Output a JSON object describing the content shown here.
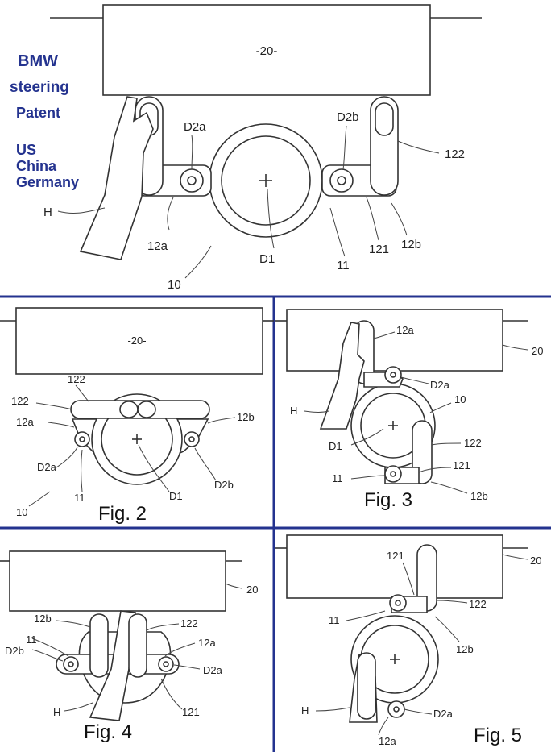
{
  "sidebar": {
    "brand": "BMW",
    "line1": "steering",
    "line2": "Patent",
    "countries": [
      "US",
      "China",
      "Germany"
    ]
  },
  "figure1": {
    "box_label": "-20-",
    "labels": {
      "d2a": "D2a",
      "d2b": "D2b",
      "l122": "122",
      "h": "H",
      "l12a": "12a",
      "d1": "D1",
      "l11": "11",
      "l121": "121",
      "l12b": "12b",
      "l10": "10"
    }
  },
  "figure2": {
    "caption": "Fig. 2",
    "box_label": "-20-",
    "labels": {
      "l122a": "122",
      "l122b": "122",
      "l12a": "12a",
      "l12b": "12b",
      "d2a": "D2a",
      "l11": "11",
      "d1": "D1",
      "d2b": "D2b",
      "l10": "10"
    }
  },
  "figure3": {
    "caption": "Fig. 3",
    "labels": {
      "l12a": "12a",
      "l20": "20",
      "d2a": "D2a",
      "l10": "10",
      "h": "H",
      "d1": "D1",
      "l122": "122",
      "l121": "121",
      "l11": "11",
      "l12b": "12b"
    }
  },
  "figure4": {
    "caption": "Fig. 4",
    "labels": {
      "l20": "20",
      "l12b": "12b",
      "l122": "122",
      "l11": "11",
      "l12a": "12a",
      "d2b": "D2b",
      "d2a": "D2a",
      "h": "H",
      "l121": "121"
    }
  },
  "figure5": {
    "caption": "Fig. 5",
    "labels": {
      "l121": "121",
      "l20": "20",
      "l122": "122",
      "l11": "11",
      "l12b": "12b",
      "h": "H",
      "d2a": "D2a",
      "l12a": "12a"
    }
  },
  "colors": {
    "divider": "#24338f",
    "sidebar_text": "#24338f",
    "line": "#333333"
  }
}
